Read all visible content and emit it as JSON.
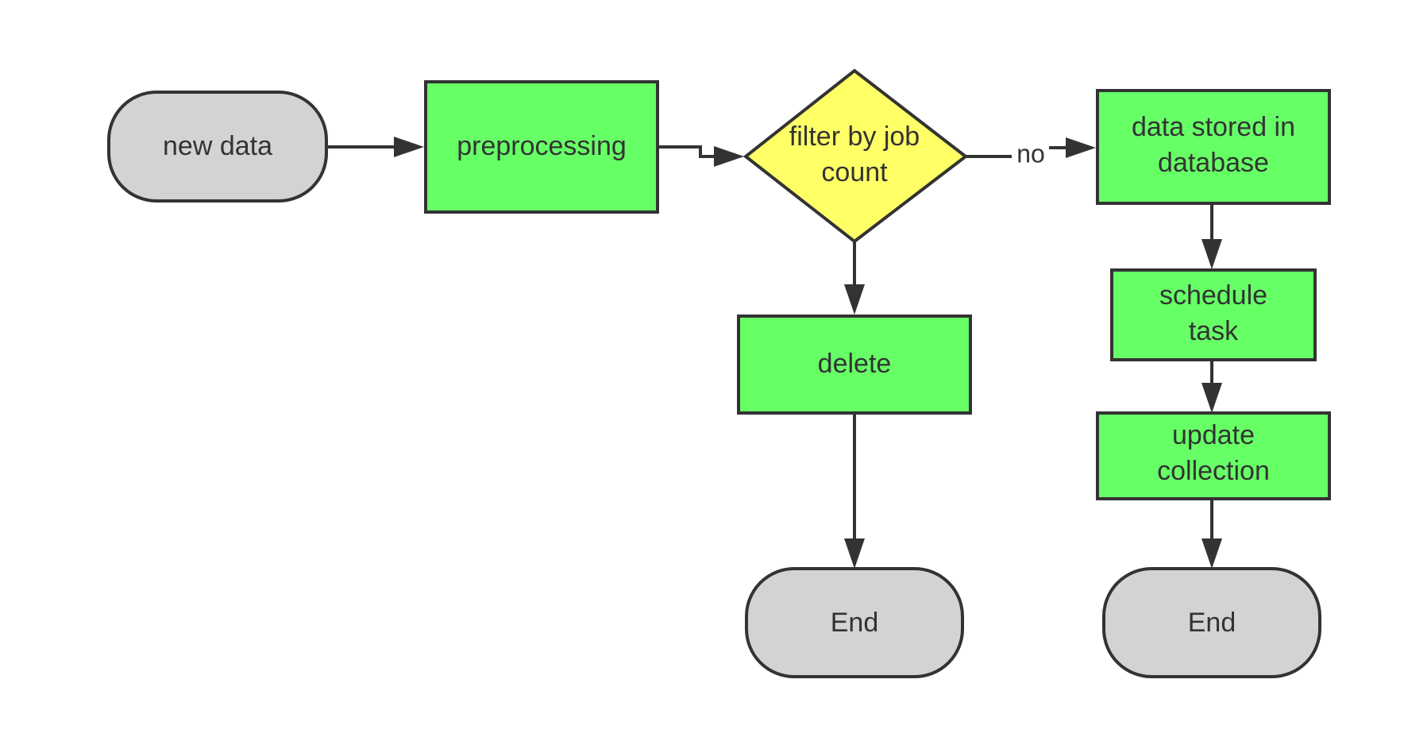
{
  "colors": {
    "terminal_fill": "#d3d3d3",
    "process_fill": "#66ff66",
    "decision_fill": "#ffff66",
    "stroke": "#333333",
    "text": "#333333",
    "background": "#ffffff"
  },
  "nodes": {
    "new_data": {
      "type": "terminal",
      "lines": [
        "new data"
      ]
    },
    "preprocessing": {
      "type": "process",
      "lines": [
        "preprocessing"
      ]
    },
    "filter": {
      "type": "decision",
      "lines": [
        "filter by job",
        "count"
      ]
    },
    "stored": {
      "type": "process",
      "lines": [
        "data stored in",
        "database"
      ]
    },
    "schedule": {
      "type": "process",
      "lines": [
        "schedule",
        "task"
      ]
    },
    "update": {
      "type": "process",
      "lines": [
        "update",
        "collection"
      ]
    },
    "delete": {
      "type": "process",
      "lines": [
        "delete"
      ]
    },
    "end_left": {
      "type": "terminal",
      "lines": [
        "End"
      ]
    },
    "end_right": {
      "type": "terminal",
      "lines": [
        "End"
      ]
    }
  },
  "edges": [
    {
      "from": "new_data",
      "to": "preprocessing",
      "label": ""
    },
    {
      "from": "preprocessing",
      "to": "filter",
      "label": ""
    },
    {
      "from": "filter",
      "to": "stored",
      "label": "no"
    },
    {
      "from": "filter",
      "to": "delete",
      "label": ""
    },
    {
      "from": "delete",
      "to": "end_left",
      "label": ""
    },
    {
      "from": "stored",
      "to": "schedule",
      "label": ""
    },
    {
      "from": "schedule",
      "to": "update",
      "label": ""
    },
    {
      "from": "update",
      "to": "end_right",
      "label": ""
    }
  ]
}
